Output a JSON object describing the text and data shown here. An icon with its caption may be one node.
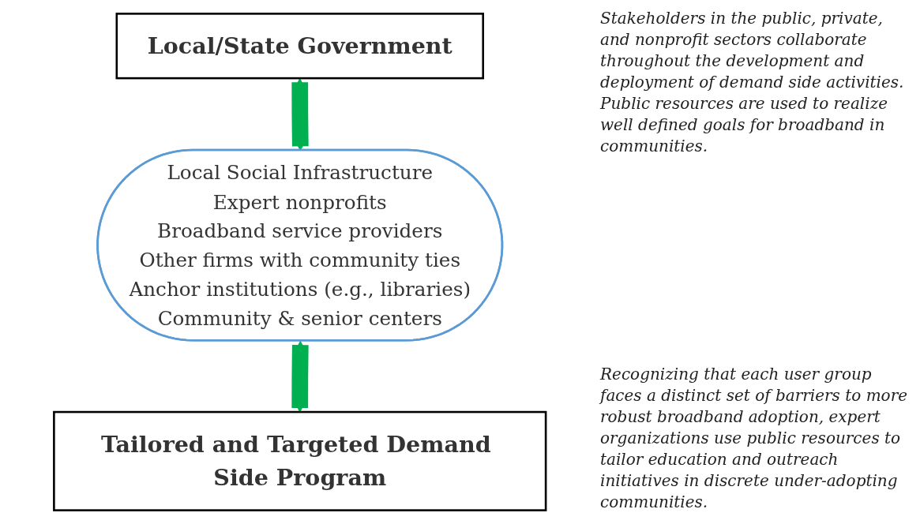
{
  "diagram": {
    "nodes": [
      {
        "text": [
          "Local/State Government"
        ]
      },
      {
        "text": [
          "Local Social Infrastructure",
          "Expert nonprofits",
          "Broadband service providers",
          "Other firms with community ties",
          "Anchor institutions (e.g., libraries)",
          "Community & senior centers"
        ]
      },
      {
        "text": [
          "Tailored and Targeted Demand Side Program"
        ]
      }
    ],
    "edges": [
      {
        "from": 0,
        "to": 1,
        "arrow": "both",
        "color": "#00b050"
      },
      {
        "from": 1,
        "to": 2,
        "arrow": "both",
        "color": "#00b050"
      }
    ],
    "labels": [
      "Stakeholders in the public, private, and nonprofit sectors collaborate throughout the development and deployment of demand side activities. Public resources are used to realize well defined goals for broadband in communities.",
      "Recognizing that each user group faces a distinct set of barriers to more robust broadband adoption, expert organizations use public resources to tailor education and outreach initiatives in discrete under-adopting communities."
    ]
  }
}
